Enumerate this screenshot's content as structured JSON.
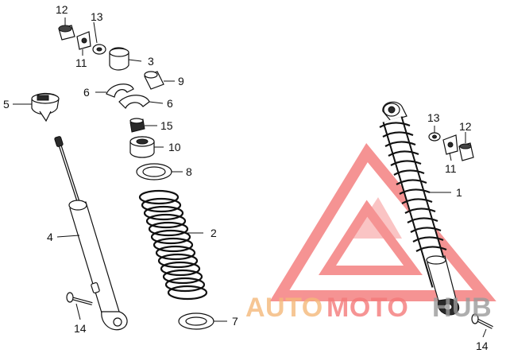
{
  "callouts": {
    "c1": "1",
    "c2": "2",
    "c3": "3",
    "c4": "4",
    "c5": "5",
    "c6a": "6",
    "c6b": "6",
    "c7": "7",
    "c8": "8",
    "c9": "9",
    "c10": "10",
    "c11a": "11",
    "c11b": "11",
    "c12a": "12",
    "c12b": "12",
    "c13a": "13",
    "c13b": "13",
    "c14a": "14",
    "c14b": "14",
    "c15": "15"
  },
  "watermark": {
    "word_auto": "AUTO",
    "word_moto": "MOTO",
    "word_hub": "HUB",
    "color_auto": "#f5b87a",
    "color_moto": "#f47a7a",
    "color_hub": "#9a9a9a",
    "logo_color": "#f26a6a"
  }
}
